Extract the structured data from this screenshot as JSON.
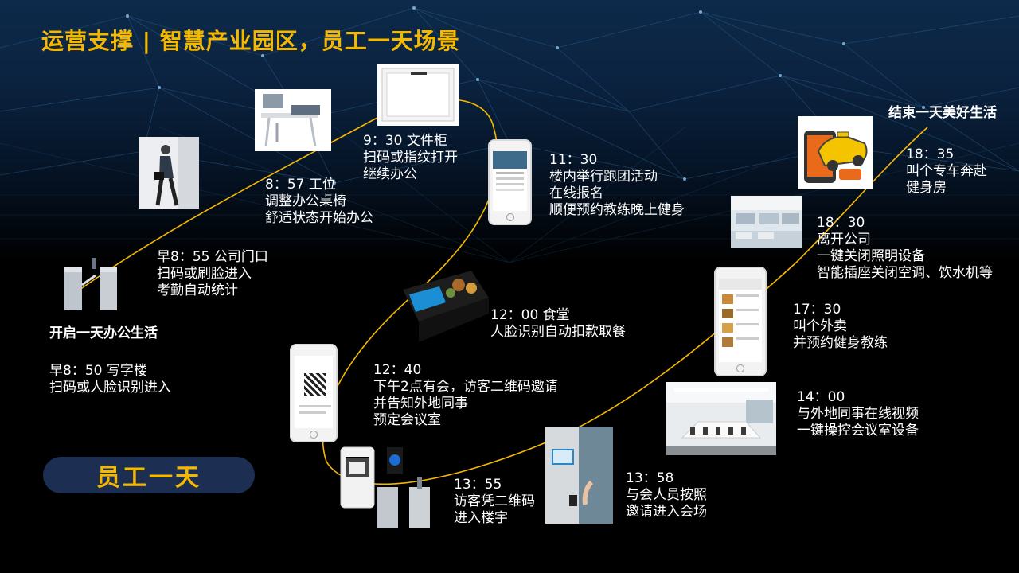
{
  "title": "运营支撑 | 智慧产业园区，员工一天场景",
  "badge": "员工一天",
  "start_label": "开启一天办公生活",
  "end_label": "结束一天美好生活",
  "steps": {
    "s0850": [
      "早8：50 写字楼",
      "扫码或人脸识别进入"
    ],
    "s0855": [
      "早8：55 公司门口",
      "扫码或刷脸进入",
      "考勤自动统计"
    ],
    "s0857": [
      "8：57 工位",
      "调整办公桌椅",
      "舒适状态开始办公"
    ],
    "s0930": [
      "9：30 文件柜",
      "扫码或指纹打开",
      "继续办公"
    ],
    "s1130": [
      "11：30",
      "楼内举行跑团活动",
      "在线报名",
      "顺便预约教练晚上健身"
    ],
    "s1200": [
      "12：00 食堂",
      "人脸识别自动扣款取餐"
    ],
    "s1240": [
      "12：40",
      "下午2点有会，访客二维码邀请",
      "并告知外地同事",
      "预定会议室"
    ],
    "s1355": [
      "13：55",
      "访客凭二维码",
      "进入楼宇"
    ],
    "s1358": [
      "13：58",
      "与会人员按照",
      "邀请进入会场"
    ],
    "s1400": [
      "14：00",
      "与外地同事在线视频",
      "一键操控会议室设备"
    ],
    "s1730": [
      "17：30",
      "叫个外卖",
      "并预约健身教练"
    ],
    "s1830": [
      "18：30",
      "离开公司",
      "一键关闭照明设备",
      "智能插座关闭空调、饮水机等"
    ],
    "s1835": [
      "18：35",
      "叫个专车奔赴",
      "健身房"
    ]
  },
  "colors": {
    "accent": "#f5b800",
    "badge_bg": "#1c2f52",
    "path": "#f5b800"
  }
}
